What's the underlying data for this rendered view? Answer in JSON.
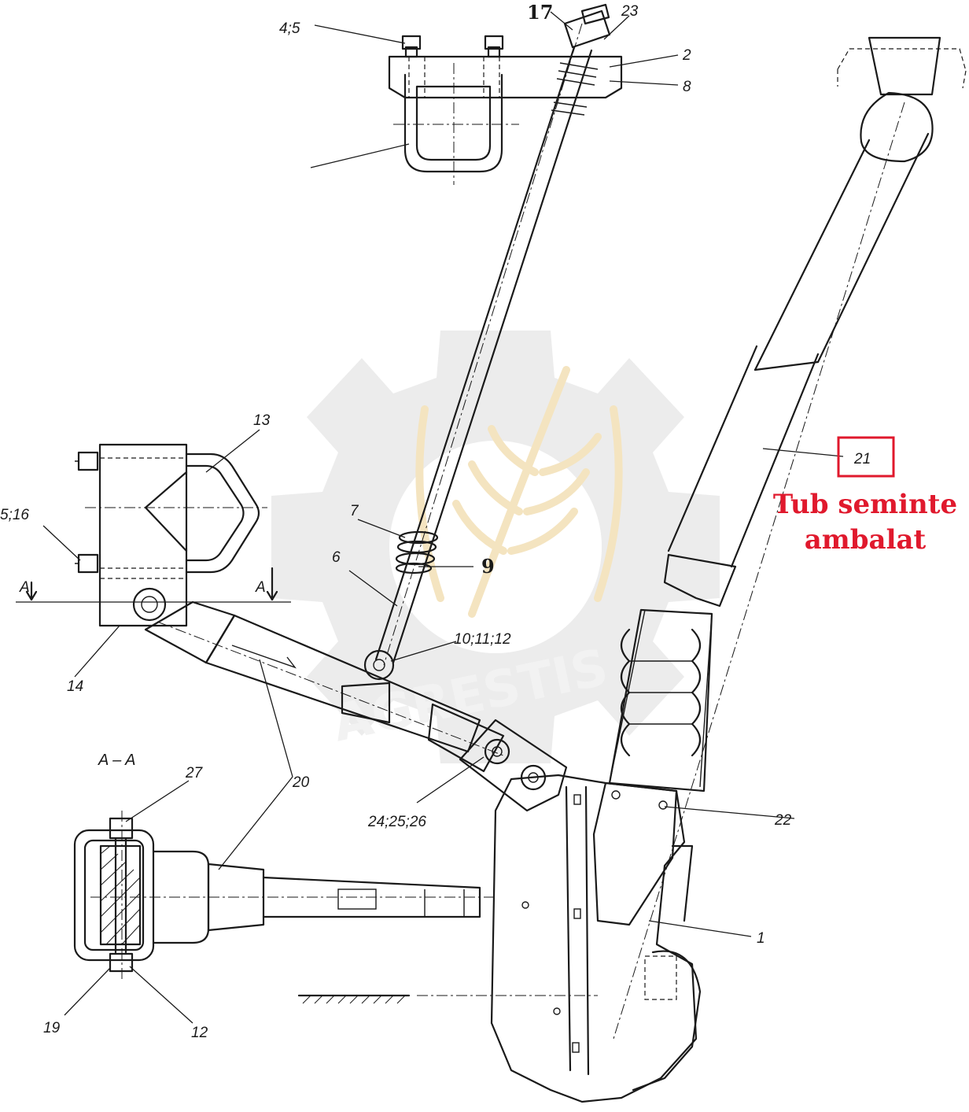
{
  "watermark": {
    "text": "AGRESTIS"
  },
  "labels": {
    "l45": "4;5",
    "l17": "17",
    "l23": "23",
    "l2": "2",
    "l8": "8",
    "l13": "13",
    "l516": "5;16",
    "la_left": "A",
    "la_right": "A",
    "l7": "7",
    "l9": "9",
    "l6": "6",
    "l101112": "10;11;12",
    "l14": "14",
    "l20": "20",
    "l21": "21",
    "section": "A – A",
    "l27": "27",
    "l242526": "24;25;26",
    "l22": "22",
    "l1": "1",
    "l19": "19",
    "l12": "12"
  },
  "highlight": {
    "part_number": "21",
    "caption_line1": "Tub seminte",
    "caption_line2": "ambalat",
    "color": "#e0192d"
  }
}
